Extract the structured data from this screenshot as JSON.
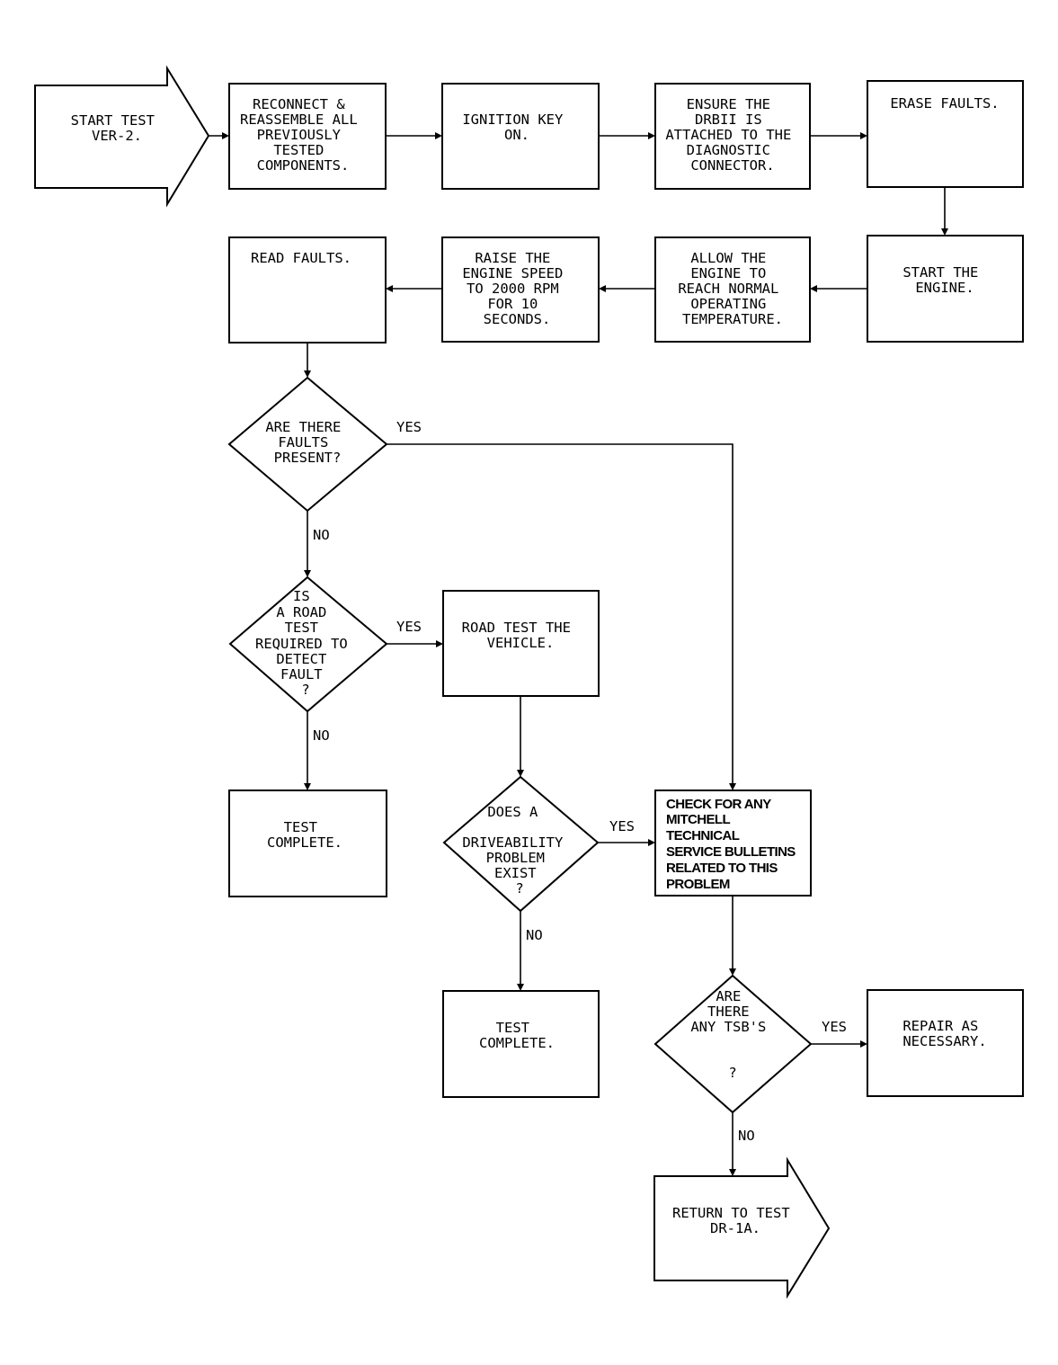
{
  "nodes": {
    "start": {
      "lines": [
        "START TEST",
        "VER-2."
      ]
    },
    "reconnect": {
      "lines": [
        "RECONNECT &",
        "REASSEMBLE ALL",
        "PREVIOUSLY",
        "TESTED",
        "COMPONENTS."
      ]
    },
    "ignition": {
      "lines": [
        "IGNITION KEY",
        "ON."
      ]
    },
    "ensure_drb": {
      "lines": [
        "ENSURE THE",
        "DRBII IS",
        "ATTACHED TO THE",
        "DIAGNOSTIC",
        "CONNECTOR."
      ]
    },
    "erase_faults": {
      "lines": [
        "ERASE FAULTS."
      ]
    },
    "start_engine": {
      "lines": [
        "START THE",
        "ENGINE."
      ]
    },
    "warm_up": {
      "lines": [
        "ALLOW THE",
        "ENGINE TO",
        "REACH NORMAL",
        "OPERATING",
        "TEMPERATURE."
      ]
    },
    "raise_rpm": {
      "lines": [
        "RAISE THE",
        "ENGINE SPEED",
        "TO 2000 RPM",
        "FOR 10",
        "SECONDS."
      ]
    },
    "read_faults": {
      "lines": [
        "READ FAULTS."
      ]
    },
    "faults_present": {
      "lines": [
        "ARE THERE",
        "FAULTS",
        "PRESENT?"
      ]
    },
    "road_test_required": {
      "lines": [
        "IS",
        "A ROAD",
        "TEST",
        "REQUIRED TO",
        "DETECT",
        "FAULT",
        "?"
      ]
    },
    "road_test": {
      "lines": [
        "ROAD TEST THE",
        "VEHICLE."
      ]
    },
    "test_complete_1": {
      "lines": [
        "TEST",
        "COMPLETE."
      ]
    },
    "driveability": {
      "lines": [
        "DOES A",
        "",
        "DRIVEABILITY",
        "PROBLEM",
        "EXIST",
        "?"
      ]
    },
    "check_tsb": {
      "lines": [
        "CHECK FOR ANY",
        "MITCHELL",
        "TECHNICAL",
        "SERVICE BULLETINS",
        "RELATED TO THIS",
        "PROBLEM"
      ]
    },
    "test_complete_2": {
      "lines": [
        "TEST",
        "COMPLETE."
      ]
    },
    "any_tsbs": {
      "lines": [
        "ARE",
        "THERE",
        "ANY TSB'S",
        "",
        "",
        "?"
      ]
    },
    "repair": {
      "lines": [
        "REPAIR AS",
        "NECESSARY."
      ]
    },
    "return": {
      "lines": [
        "RETURN TO TEST",
        "DR-1A."
      ]
    }
  },
  "edge_labels": {
    "faults_yes": "YES",
    "faults_no": "NO",
    "road_yes": "YES",
    "road_no": "NO",
    "drive_yes": "YES",
    "drive_no": "NO",
    "tsb_yes": "YES",
    "tsb_no": "NO"
  }
}
